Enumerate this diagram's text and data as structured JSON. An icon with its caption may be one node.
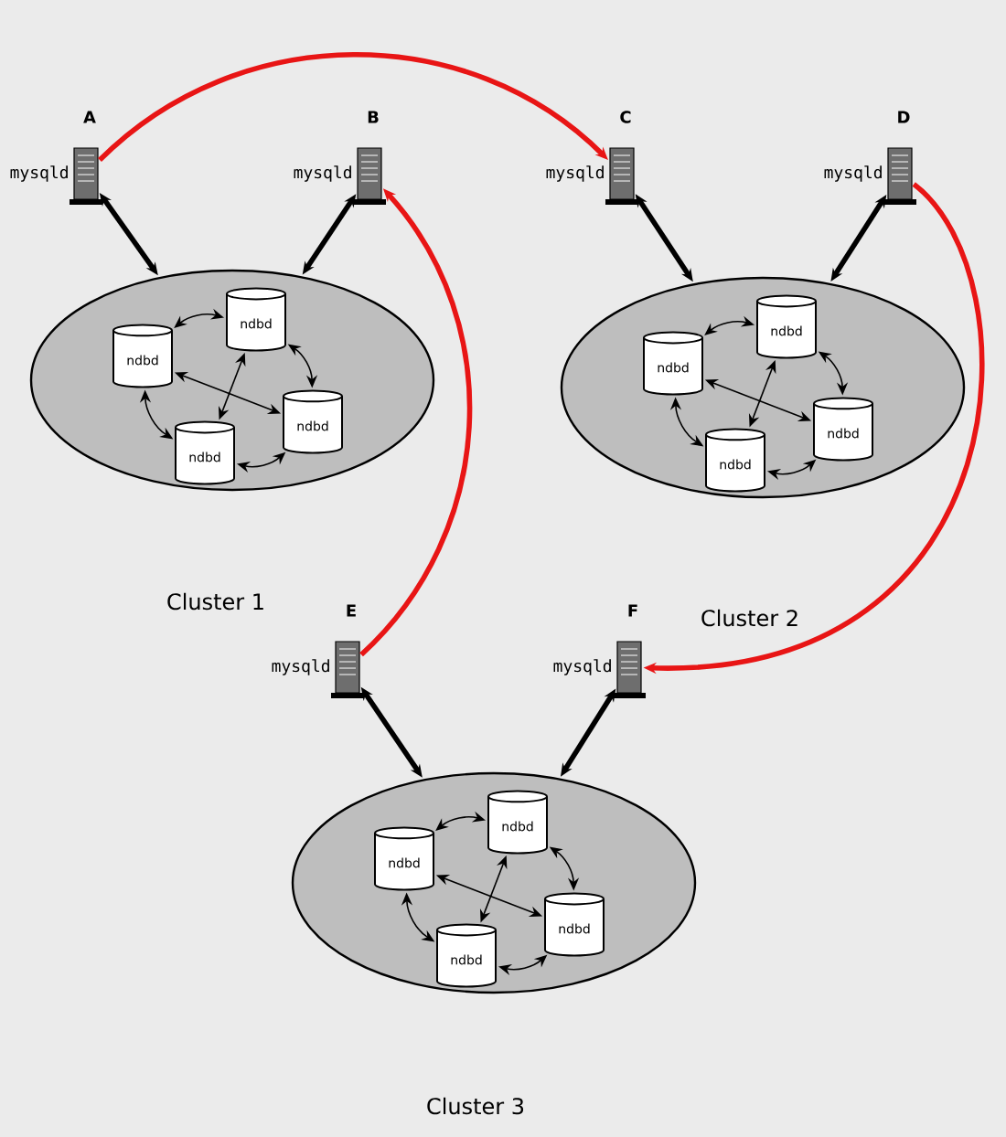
{
  "diagram": {
    "nodes": [
      {
        "text": [
          "mysqld"
        ],
        "beside": [
          "A"
        ]
      },
      {
        "text": [
          "mysqld"
        ],
        "beside": [
          "B"
        ]
      },
      {
        "text": [
          "mysqld"
        ],
        "beside": [
          "C"
        ]
      },
      {
        "text": [
          "mysqld"
        ],
        "beside": [
          "D"
        ]
      },
      {
        "text": [],
        "shape": "ellipse"
      },
      {
        "text": [
          "ndbd"
        ],
        "in": 4
      },
      {
        "text": [
          "ndbd"
        ],
        "in": 4
      },
      {
        "text": [
          "ndbd"
        ],
        "in": 4
      },
      {
        "text": [
          "ndbd"
        ],
        "in": 4
      },
      {
        "text": [],
        "shape": "ellipse"
      },
      {
        "text": [
          "ndbd"
        ],
        "in": 9
      },
      {
        "text": [
          "ndbd"
        ],
        "in": 9
      },
      {
        "text": [
          "ndbd"
        ],
        "in": 9
      },
      {
        "text": [
          "ndbd"
        ],
        "in": 9
      },
      {
        "text": [
          "mysqld"
        ],
        "beside": [
          "E"
        ]
      },
      {
        "text": [
          "mysqld"
        ],
        "beside": [
          "F"
        ]
      },
      {
        "text": [],
        "shape": "ellipse"
      },
      {
        "text": [
          "ndbd"
        ],
        "in": 16
      },
      {
        "text": [
          "ndbd"
        ],
        "in": 16
      },
      {
        "text": [
          "ndbd"
        ],
        "in": 16
      },
      {
        "text": [
          "ndbd"
        ],
        "in": 16
      }
    ],
    "edges": [
      {
        "from": 0,
        "to": 2,
        "arrow": "to",
        "style": "thick",
        "color": "#e81515"
      },
      {
        "from": 3,
        "to": 15,
        "arrow": "to",
        "style": "thick",
        "color": "#e81515"
      },
      {
        "from": 14,
        "to": 1,
        "arrow": "to",
        "style": "thick",
        "color": "#e81515"
      },
      {
        "from": 0,
        "to": 4,
        "arrow": "both",
        "style": "thick"
      },
      {
        "from": 1,
        "to": 4,
        "arrow": "both",
        "style": "thick"
      },
      {
        "from": 2,
        "to": 9,
        "arrow": "both",
        "style": "thick"
      },
      {
        "from": 3,
        "to": 9,
        "arrow": "both",
        "style": "thick"
      },
      {
        "from": 14,
        "to": 16,
        "arrow": "both",
        "style": "thick"
      },
      {
        "from": 15,
        "to": 16,
        "arrow": "both",
        "style": "thick"
      },
      {
        "from": 5,
        "to": 6,
        "arrow": "both"
      },
      {
        "from": 6,
        "to": 7,
        "arrow": "both"
      },
      {
        "from": 7,
        "to": 8,
        "arrow": "both"
      },
      {
        "from": 8,
        "to": 5,
        "arrow": "both"
      },
      {
        "from": 5,
        "to": 7,
        "arrow": "both"
      },
      {
        "from": 6,
        "to": 8,
        "arrow": "both"
      },
      {
        "from": 10,
        "to": 11,
        "arrow": "both"
      },
      {
        "from": 11,
        "to": 12,
        "arrow": "both"
      },
      {
        "from": 12,
        "to": 13,
        "arrow": "both"
      },
      {
        "from": 13,
        "to": 10,
        "arrow": "both"
      },
      {
        "from": 10,
        "to": 12,
        "arrow": "both"
      },
      {
        "from": 11,
        "to": 13,
        "arrow": "both"
      },
      {
        "from": 17,
        "to": 18,
        "arrow": "both"
      },
      {
        "from": 18,
        "to": 19,
        "arrow": "both"
      },
      {
        "from": 19,
        "to": 20,
        "arrow": "both"
      },
      {
        "from": 20,
        "to": 17,
        "arrow": "both"
      },
      {
        "from": 17,
        "to": 19,
        "arrow": "both"
      },
      {
        "from": 18,
        "to": 20,
        "arrow": "both"
      }
    ],
    "labels": [
      "Cluster 1",
      "Cluster 2",
      "Cluster 3"
    ]
  }
}
